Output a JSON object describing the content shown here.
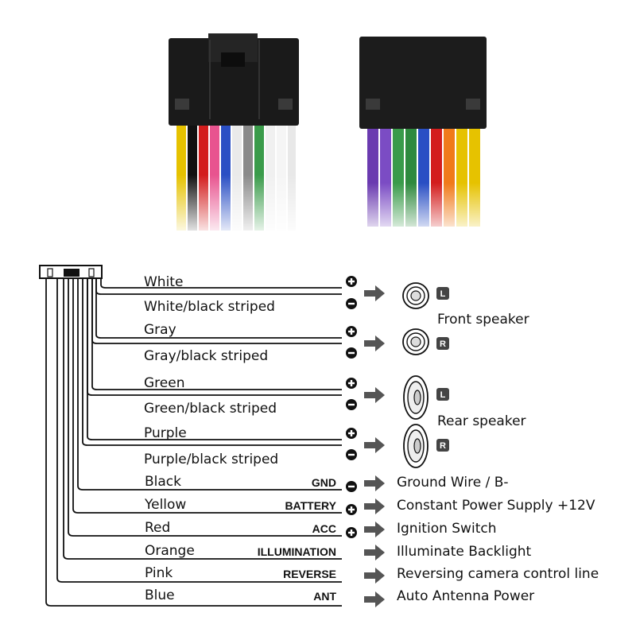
{
  "speaker_groups": [
    {
      "label": "Front speaker",
      "wires": [
        {
          "pos": "White",
          "neg": "White/black striped",
          "channel": "L"
        },
        {
          "pos": "Gray",
          "neg": "Gray/black striped",
          "channel": "R"
        }
      ]
    },
    {
      "label": "Rear speaker",
      "wires": [
        {
          "pos": "Green",
          "neg": "Green/black striped",
          "channel": "L"
        },
        {
          "pos": "Purple",
          "neg": "Purple/black striped",
          "channel": "R"
        }
      ]
    }
  ],
  "power_wires": [
    {
      "color": "Black",
      "tag": "GND",
      "symbol": "minus",
      "description": "Ground Wire / B-"
    },
    {
      "color": "Yellow",
      "tag": "BATTERY",
      "symbol": "plus",
      "description": "Constant Power Supply +12V"
    },
    {
      "color": "Red",
      "tag": "ACC",
      "symbol": "plus",
      "description": "Ignition Switch"
    },
    {
      "color": "Orange",
      "tag": "ILLUMINATION",
      "symbol": "none",
      "description": "Illuminate Backlight"
    },
    {
      "color": "Pink",
      "tag": "REVERSE",
      "symbol": "none",
      "description": "Reversing camera control line"
    },
    {
      "color": "Blue",
      "tag": "ANT",
      "symbol": "none",
      "description": "Auto  Antenna Power"
    }
  ],
  "colors": {
    "ink": "#111111",
    "arrow": "#555555",
    "connector": "#1a1a1a",
    "wire_colors": [
      "#e6c200",
      "#d31d1d",
      "#e8548f",
      "#8a8a8a",
      "#e0e0e0",
      "#3a9b4a",
      "#6a3ab0",
      "#f07a1a",
      "#2a4fc4",
      "#111111"
    ]
  }
}
